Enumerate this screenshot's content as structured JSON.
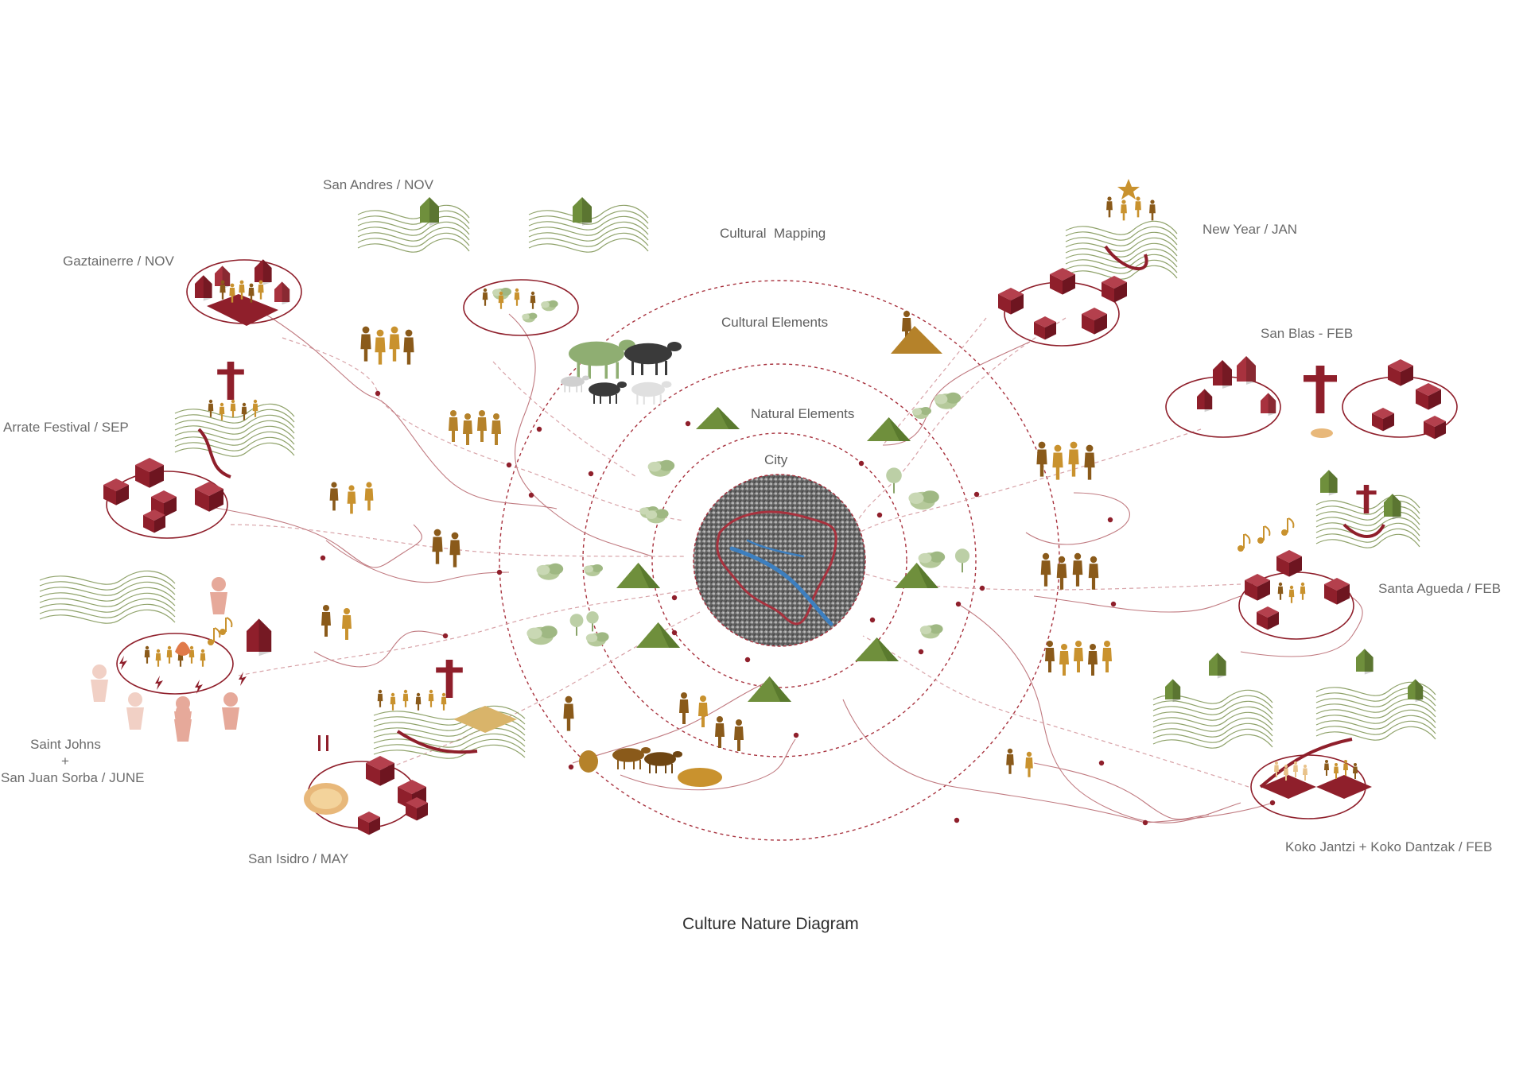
{
  "diagram": {
    "title": "Culture Nature Diagram",
    "colors": {
      "accent": "#8f1f2b",
      "accent_light": "#c07a80",
      "figure": "#c9922e",
      "figure_dark": "#8a5a1a",
      "nature": "#6f8f3c",
      "nature_light": "#b5c99a",
      "water": "#3d7fbf",
      "pink": "#e6a99a",
      "label": "#6a6a6a"
    },
    "rings": {
      "cultural_mapping": "Cultural  Mapping",
      "cultural_elements": "Cultural Elements",
      "natural_elements": "Natural Elements",
      "city": "City"
    },
    "festivals": [
      {
        "id": "san-andres",
        "label": "San Andres / NOV"
      },
      {
        "id": "gaztainerre",
        "label": "Gaztainerre / NOV"
      },
      {
        "id": "arrate",
        "label": "Arrate Festival / SEP"
      },
      {
        "id": "saint-johns",
        "label": "Saint Johns"
      },
      {
        "id": "saint-johns-plus",
        "label": "+"
      },
      {
        "id": "san-juan-sorba",
        "label": "San Juan Sorba / JUNE"
      },
      {
        "id": "san-isidro",
        "label": "San Isidro / MAY"
      },
      {
        "id": "new-year",
        "label": "New Year / JAN"
      },
      {
        "id": "san-blas",
        "label": "San Blas - FEB"
      },
      {
        "id": "santa-agueda",
        "label": "Santa Agueda / FEB"
      },
      {
        "id": "koko",
        "label": "Koko Jantzi + Koko Dantzak / FEB"
      }
    ],
    "icons": [
      "cross-icon",
      "moon-icon",
      "music-note-icon",
      "lightning-icon",
      "fork-knife-icon",
      "house-icon",
      "mountain-icon",
      "cube-icon"
    ]
  }
}
